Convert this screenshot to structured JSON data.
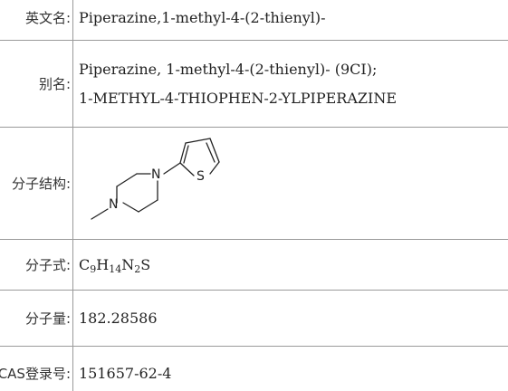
{
  "rows": {
    "english_name": {
      "label": "英文名:",
      "value": "Piperazine,1-methyl-4-(2-thienyl)-"
    },
    "synonyms": {
      "label": "别名:",
      "lines": [
        "Piperazine, 1-methyl-4-(2-thienyl)- (9CI);",
        "1-METHYL-4-THIOPHEN-2-YLPIPERAZINE"
      ]
    },
    "structure": {
      "label": "分子结构:",
      "atoms": {
        "n1": "N",
        "n2": "N",
        "s": "S"
      }
    },
    "formula": {
      "label": "分子式:",
      "parts": [
        {
          "el": "C",
          "n": "9"
        },
        {
          "el": "H",
          "n": "14"
        },
        {
          "el": "N",
          "n": "2"
        },
        {
          "el": "S",
          "n": ""
        }
      ]
    },
    "weight": {
      "label": "分子量:",
      "value": "182.28586"
    },
    "cas": {
      "label": "CAS登录号:",
      "value": "151657-62-4"
    }
  }
}
